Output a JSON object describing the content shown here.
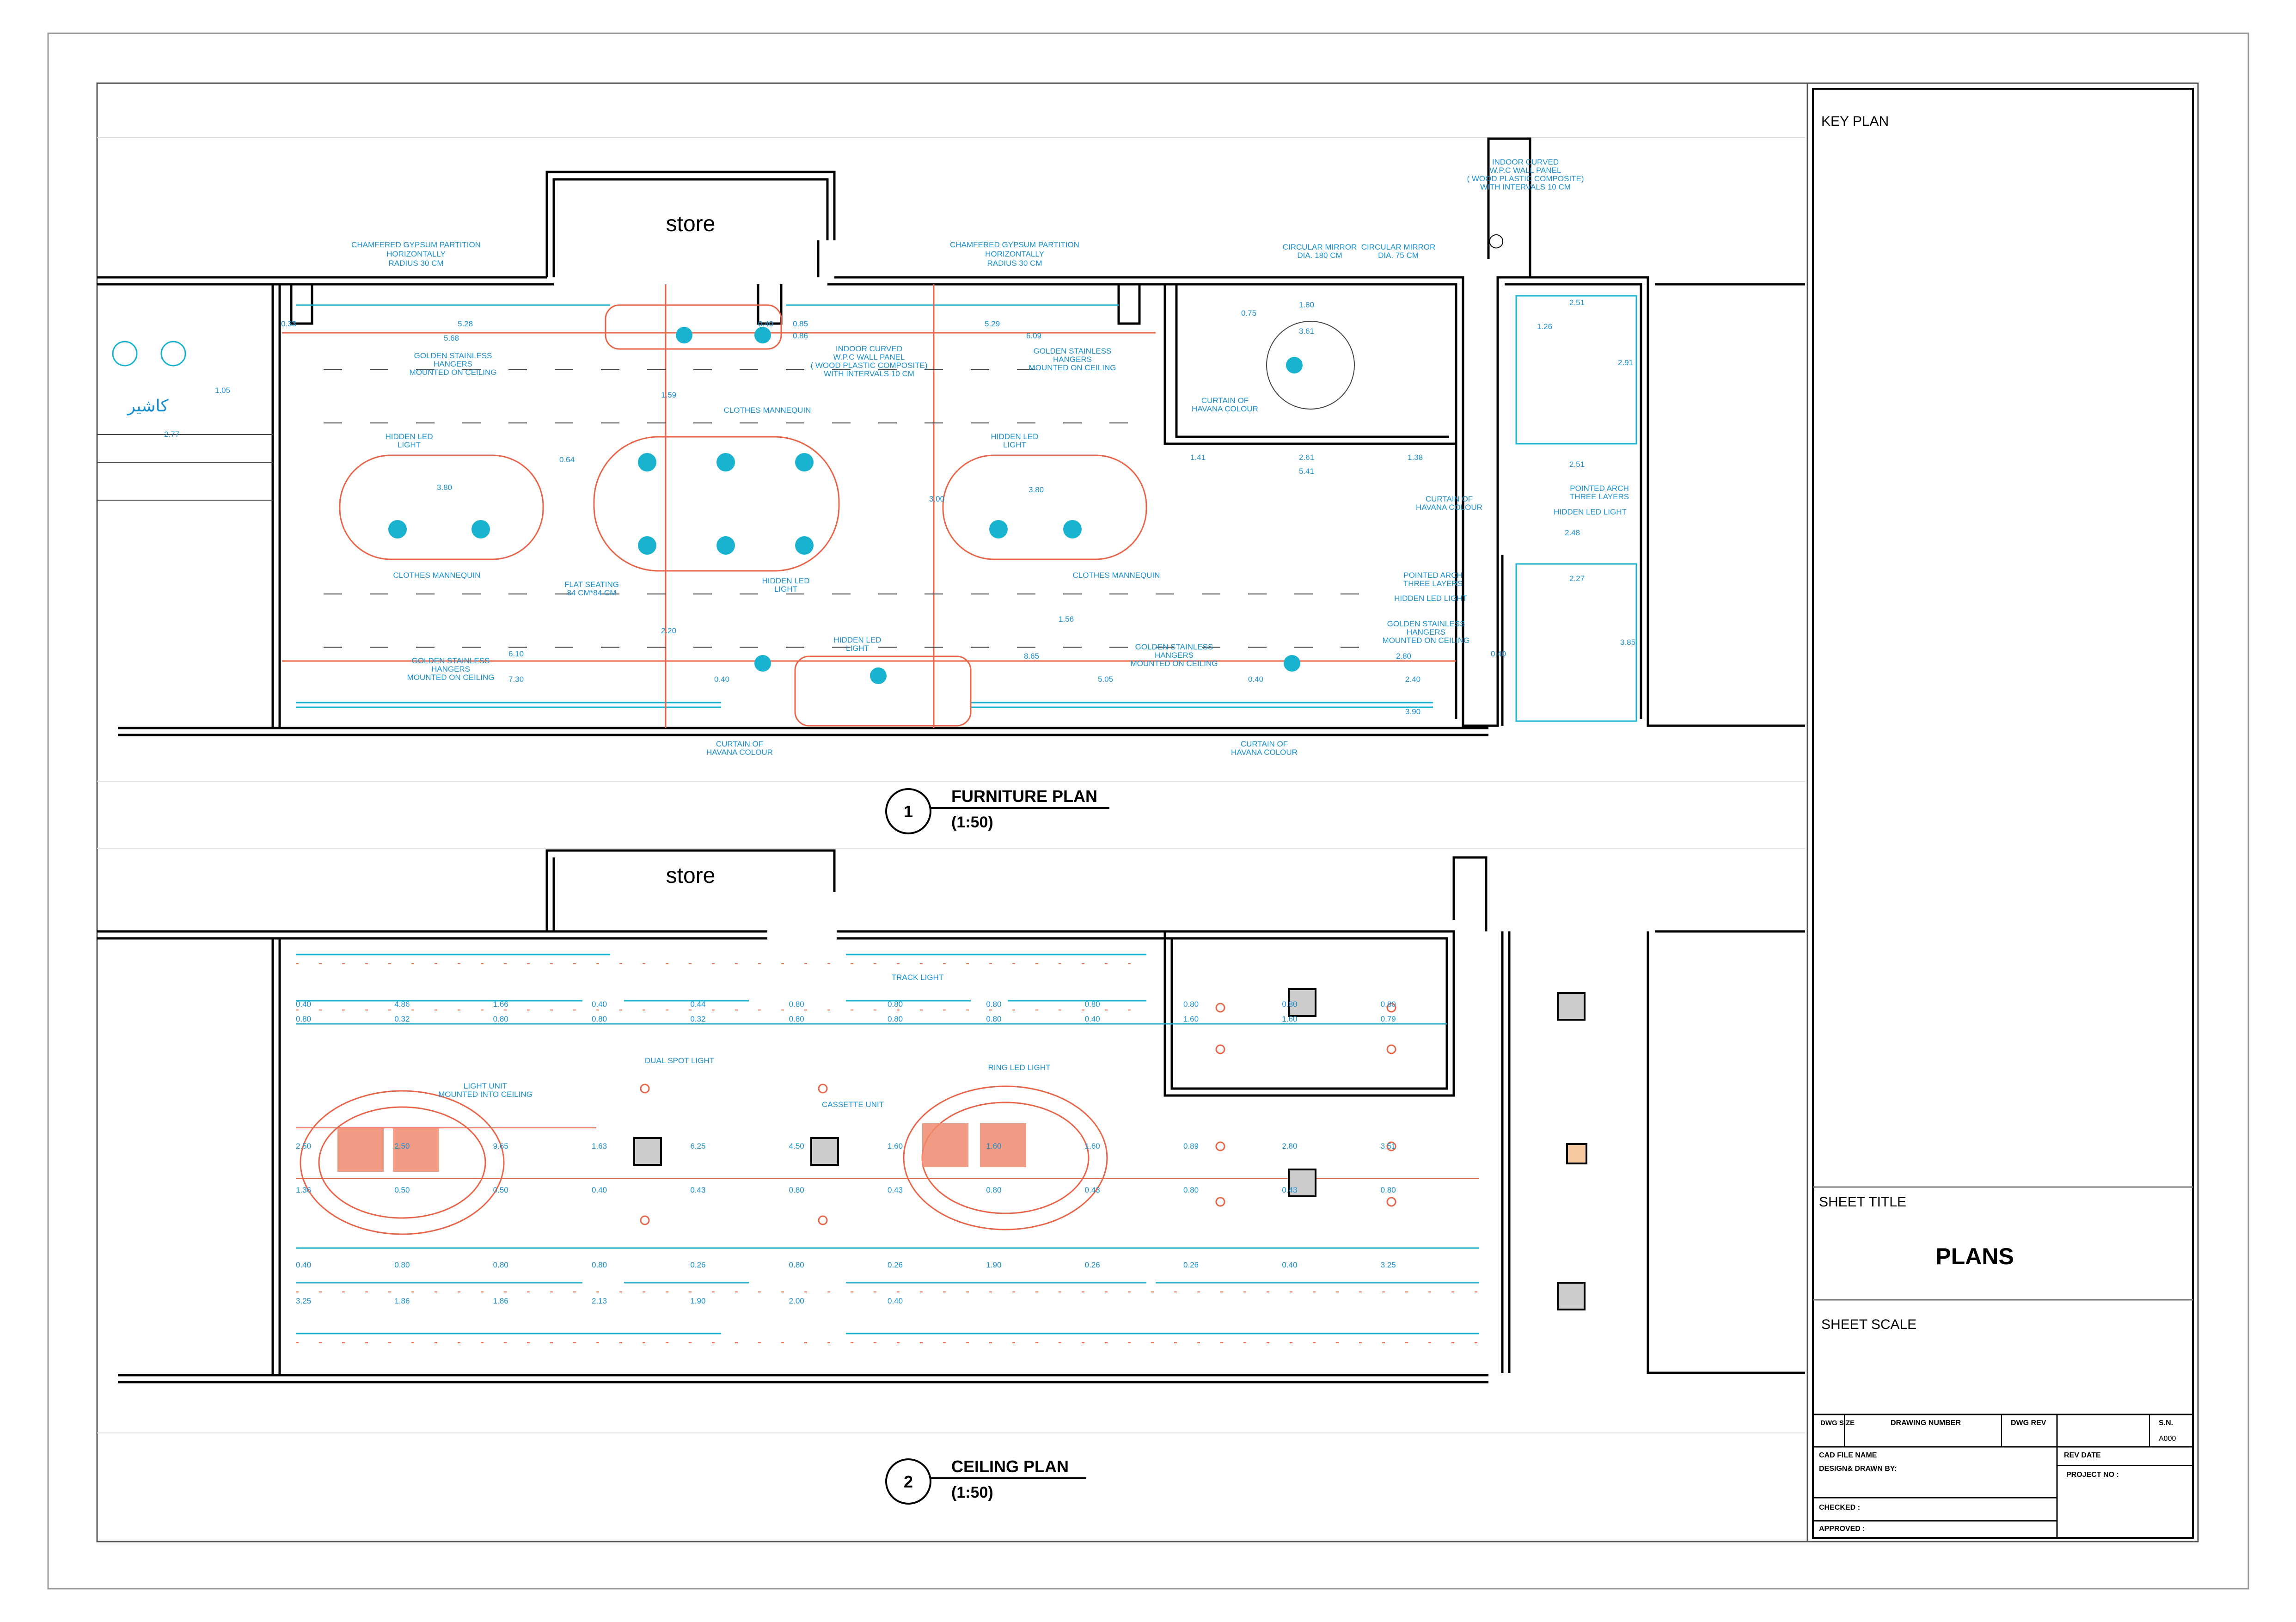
{
  "plan1": {
    "store": "store",
    "number": "1",
    "title": "FURNITURE  PLAN",
    "scale": "(1:50)",
    "cashier": "كاشير",
    "notes": [
      {
        "lines": [
          "CHAMFERED GYPSUM PARTITION",
          "HORIZONTALLY",
          "RADIUS 30 CM"
        ]
      },
      {
        "lines": [
          "CHAMFERED GYPSUM PARTITION",
          "HORIZONTALLY",
          "RADIUS 30 CM"
        ]
      },
      {
        "lines": [
          "CIRCULAR MIRROR",
          "DIA. 180 CM"
        ]
      },
      {
        "lines": [
          "CIRCULAR MIRROR",
          "DIA. 75 CM"
        ]
      },
      {
        "lines": [
          "INDOOR CURVED",
          "W.P.C WALL PANEL",
          "( WOOD PLASTIC COMPOSITE)",
          "WITH INTERVALS 10 CM"
        ]
      },
      {
        "lines": [
          "INDOOR CURVED",
          "W.P.C WALL PANEL",
          "( WOOD PLASTIC COMPOSITE)",
          "WITH INTERVALS 10 CM"
        ]
      },
      {
        "lines": [
          "GOLDEN STAINLESS",
          "HANGERS",
          "MOUNTED ON CEILING"
        ]
      },
      {
        "lines": [
          "GOLDEN STAINLESS",
          "HANGERS",
          "MOUNTED ON CEILING"
        ]
      },
      {
        "lines": [
          "CURTAIN OF",
          "HAVANA COLOUR"
        ]
      },
      {
        "lines": [
          "CLOTHES MANNEQUIN"
        ]
      },
      {
        "lines": [
          "HIDDEN LED",
          "LIGHT"
        ]
      },
      {
        "lines": [
          "HIDDEN LED",
          "LIGHT"
        ]
      },
      {
        "lines": [
          "CLOTHES MANNEQUIN"
        ]
      },
      {
        "lines": [
          "FLAT SEATING",
          "84 CM*84 CM"
        ]
      },
      {
        "lines": [
          "HIDDEN LED",
          "LIGHT"
        ]
      },
      {
        "lines": [
          "CLOTHES MANNEQUIN"
        ]
      },
      {
        "lines": [
          "CURTAIN OF",
          "HAVANA COLOUR"
        ]
      },
      {
        "lines": [
          "POINTED ARCH",
          "THREE LAYERS"
        ]
      },
      {
        "lines": [
          "HIDDEN LED LIGHT"
        ]
      },
      {
        "lines": [
          "POINTED ARCH",
          "THREE LAYERS"
        ]
      },
      {
        "lines": [
          "HIDDEN LED LIGHT"
        ]
      },
      {
        "lines": [
          "GOLDEN STAINLESS",
          "HANGERS",
          "MOUNTED ON CEILING"
        ]
      },
      {
        "lines": [
          "GOLDEN STAINLESS",
          "HANGERS",
          "MOUNTED ON CEILING"
        ]
      },
      {
        "lines": [
          "GOLDEN STAINLESS",
          "HANGERS",
          "MOUNTED ON CEILING"
        ]
      },
      {
        "lines": [
          "HIDDEN LED",
          "LIGHT"
        ]
      },
      {
        "lines": [
          "CURTAIN OF",
          "HAVANA COLOUR"
        ]
      },
      {
        "lines": [
          "CURTAIN OF",
          "HAVANA COLOUR"
        ]
      }
    ],
    "dims": [
      "0.33",
      "5.28",
      "5.68",
      "0.40",
      "0.85",
      "0.86",
      "5.29",
      "6.09",
      "1.80",
      "3.61",
      "0.75",
      "5.41",
      "1.41",
      "2.61",
      "1.38",
      "2.51",
      "1.26",
      "2.91",
      "2.51",
      "2.48",
      "2.27",
      "3.85",
      "0.40",
      "2.77",
      "1.05",
      "0.64",
      "3.80",
      "3.80",
      "1.59",
      "3.00",
      "2.20",
      "1.56",
      "6.10",
      "7.30",
      "8.65",
      "5.05",
      "0.40",
      "2.80",
      "2.40",
      "3.90",
      "0.40"
    ]
  },
  "plan2": {
    "store": "store",
    "number": "2",
    "title": "CEILING  PLAN",
    "scale": "(1:50)",
    "notes": [
      {
        "lines": [
          "TRACK LIGHT"
        ]
      },
      {
        "lines": [
          "DUAL SPOT LIGHT"
        ]
      },
      {
        "lines": [
          "RING LED LIGHT"
        ]
      },
      {
        "lines": [
          "LIGHT UNIT",
          "MOUNTED INTO CEILING"
        ]
      },
      {
        "lines": [
          "CASSETTE UNIT"
        ]
      }
    ],
    "dims": [
      "0.40",
      "4.86",
      "1.66",
      "0.40",
      "0.44",
      "0.80",
      "0.80",
      "0.80",
      "0.80",
      "0.80",
      "0.80",
      "0.80",
      "0.80",
      "0.32",
      "0.80",
      "0.80",
      "0.32",
      "0.80",
      "0.80",
      "0.80",
      "0.40",
      "1.60",
      "1.60",
      "0.79",
      "2.50",
      "2.50",
      "9.65",
      "1.63",
      "6.25",
      "4.50",
      "1.60",
      "1.60",
      "1.60",
      "0.89",
      "2.80",
      "3.51",
      "1.36",
      "0.50",
      "0.50",
      "0.40",
      "0.43",
      "0.80",
      "0.43",
      "0.80",
      "0.43",
      "0.80",
      "0.43",
      "0.80",
      "0.40",
      "0.80",
      "0.80",
      "0.80",
      "0.26",
      "0.80",
      "0.26",
      "1.90",
      "0.26",
      "0.26",
      "0.40",
      "3.25",
      "3.25",
      "1.86",
      "1.86",
      "2.13",
      "1.90",
      "2.00",
      "0.40"
    ]
  },
  "titleblock": {
    "key_plan": "KEY PLAN",
    "sheet_title_label": "SHEET TITLE",
    "sheet_title": "PLANS",
    "sheet_scale_label": "SHEET SCALE",
    "dwg_size": "DWG SIZE",
    "drawing_number": "DRAWING NUMBER",
    "dwg_rev": "DWG REV",
    "sn": "S.N.",
    "sn_value": "A000",
    "cad_file": "CAD FILE NAME",
    "rev_date": "REV DATE",
    "design": "DESIGN& DRAWN BY:",
    "project_no": "PROJECT NO :",
    "checked": "CHECKED :",
    "approved": "APPROVED :"
  },
  "colors": {
    "cyan": "#1a8fd0",
    "orange": "#e8654a",
    "line": "#000000"
  }
}
